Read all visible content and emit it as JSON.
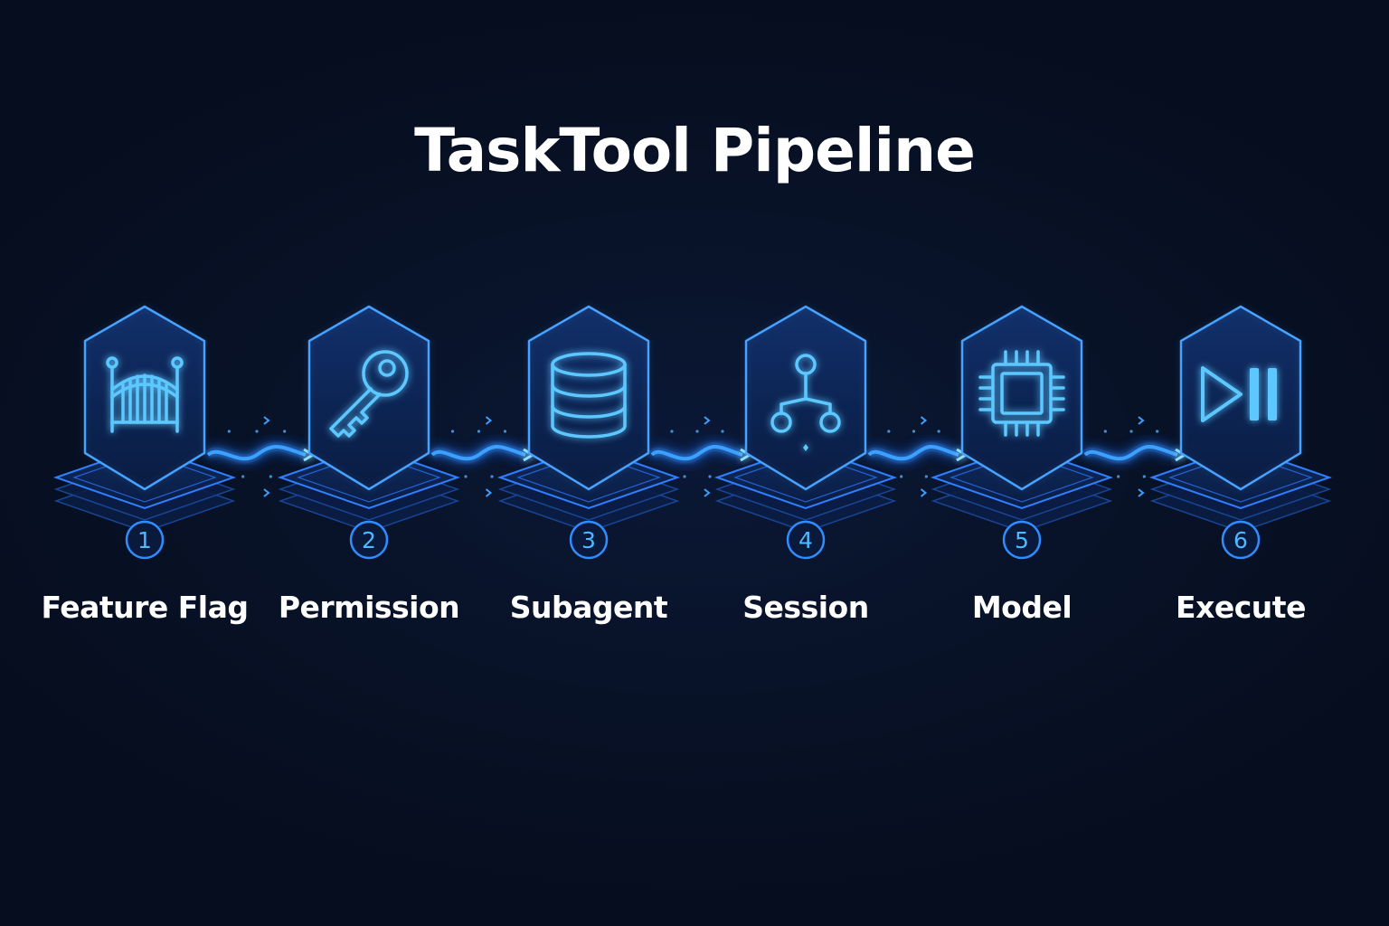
{
  "title": "TaskTool Pipeline",
  "colors": {
    "background": "#071024",
    "accent": "#2f8dff",
    "glow": "#5cc8ff",
    "text": "#ffffff"
  },
  "steps": [
    {
      "number": "1",
      "label": "Feature Flag",
      "icon": "gate-icon"
    },
    {
      "number": "2",
      "label": "Permission",
      "icon": "key-icon"
    },
    {
      "number": "3",
      "label": "Subagent",
      "icon": "database-icon"
    },
    {
      "number": "4",
      "label": "Session",
      "icon": "branch-icon"
    },
    {
      "number": "5",
      "label": "Model",
      "icon": "chip-icon"
    },
    {
      "number": "6",
      "label": "Execute",
      "icon": "play-pause-icon"
    }
  ]
}
